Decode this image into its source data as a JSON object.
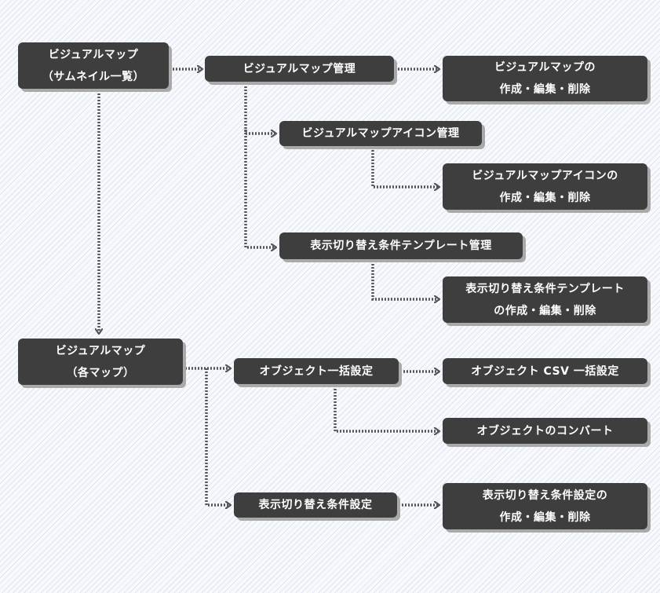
{
  "nodes": {
    "visual_map_thumbnail": {
      "line1": "ビジュアルマップ",
      "line2": "（サムネイル一覧）"
    },
    "visual_map_management": {
      "label": "ビジュアルマップ管理"
    },
    "visual_map_crud": {
      "line1": "ビジュアルマップの",
      "line2": "作成・編集・削除"
    },
    "visual_map_icon_management": {
      "label": "ビジュアルマップアイコン管理"
    },
    "visual_map_icon_crud": {
      "line1": "ビジュアルマップアイコンの",
      "line2": "作成・編集・削除"
    },
    "template_management": {
      "label": "表示切り替え条件テンプレート管理"
    },
    "template_crud": {
      "line1": "表示切り替え条件テンプレート",
      "line2": "の作成・編集・削除"
    },
    "visual_map_each": {
      "line1": "ビジュアルマップ",
      "line2": "（各マップ）"
    },
    "object_bulk_settings": {
      "label": "オブジェクト一括設定"
    },
    "object_csv_bulk_settings": {
      "label": "オブジェクト CSV 一括設定"
    },
    "object_convert": {
      "label": "オブジェクトのコンバート"
    },
    "display_condition_settings": {
      "label": "表示切り替え条件設定"
    },
    "display_condition_crud": {
      "line1": "表示切り替え条件設定の",
      "line2": "作成・編集・削除"
    }
  },
  "colors": {
    "node_fill": "#3e3e3e",
    "node_text": "#ffffff",
    "node_shadow": "#a9a9a9",
    "connector": "#555555"
  }
}
